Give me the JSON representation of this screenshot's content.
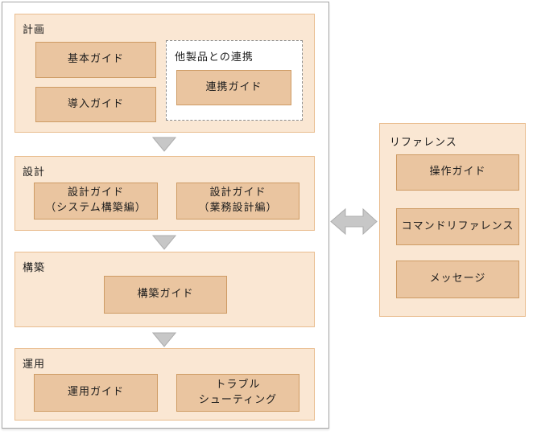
{
  "colors": {
    "frame_border": "#a6a6a6",
    "section_bg": "#fae7d3",
    "section_border": "#e9bd8f",
    "box_bg": "#eac5a0",
    "box_border": "#ce9b64",
    "dashed_border": "#8c8c8c",
    "arrow_fill": "#c7c7c7",
    "arrow_stroke": "#adadad",
    "text": "#1c1c1c"
  },
  "phases": [
    {
      "label": "計画",
      "boxes": [
        "基本ガイド",
        "導入ガイド"
      ],
      "sub_group": {
        "label": "他製品との連携",
        "boxes": [
          "連携ガイド"
        ]
      }
    },
    {
      "label": "設計",
      "boxes": [
        "設計ガイド\n（システム構築編）",
        "設計ガイド\n（業務設計編）"
      ]
    },
    {
      "label": "構築",
      "boxes": [
        "構築ガイド"
      ]
    },
    {
      "label": "運用",
      "boxes": [
        "運用ガイド",
        "トラブル\nシューティング"
      ]
    }
  ],
  "reference": {
    "label": "リファレンス",
    "boxes": [
      "操作ガイド",
      "コマンドリファレンス",
      "メッセージ"
    ]
  }
}
